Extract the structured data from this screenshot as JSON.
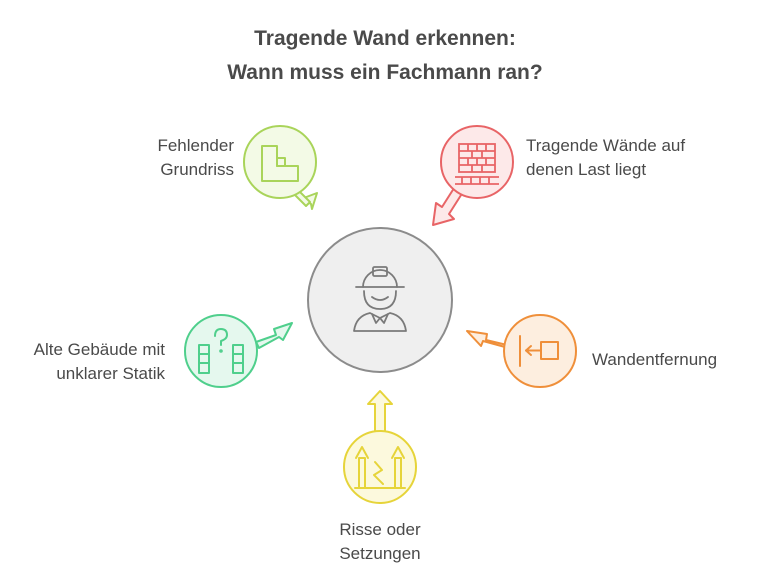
{
  "title": {
    "line1": "Tragende Wand erkennen:",
    "line2": "Wann muss ein Fachmann ran?"
  },
  "center": {
    "icon": "construction-worker-icon"
  },
  "nodes": [
    {
      "id": "grundriss",
      "line1": "Fehlender",
      "line2": "Grundriss",
      "icon": "floor-plan-icon",
      "color": "#a9d45a",
      "fill": "#f3fae6"
    },
    {
      "id": "lastwaende",
      "line1": "Tragende Wände auf",
      "line2": "denen Last liegt",
      "icon": "brick-wall-icon",
      "color": "#e86466",
      "fill": "#fde9e9"
    },
    {
      "id": "wandentfernung",
      "line1": "Wandentfernung",
      "icon": "wall-removal-icon",
      "color": "#ef8f3a",
      "fill": "#fdeedf"
    },
    {
      "id": "risse",
      "line1": "Risse oder",
      "line2": "Setzungen",
      "icon": "cracked-wall-icon",
      "color": "#e6d43a",
      "fill": "#fcf9dd"
    },
    {
      "id": "statik",
      "line1": "Alte Gebäude mit",
      "line2": "unklarer Statik",
      "icon": "unclear-building-icon",
      "color": "#4fcf8c",
      "fill": "#e5f8ee"
    }
  ]
}
